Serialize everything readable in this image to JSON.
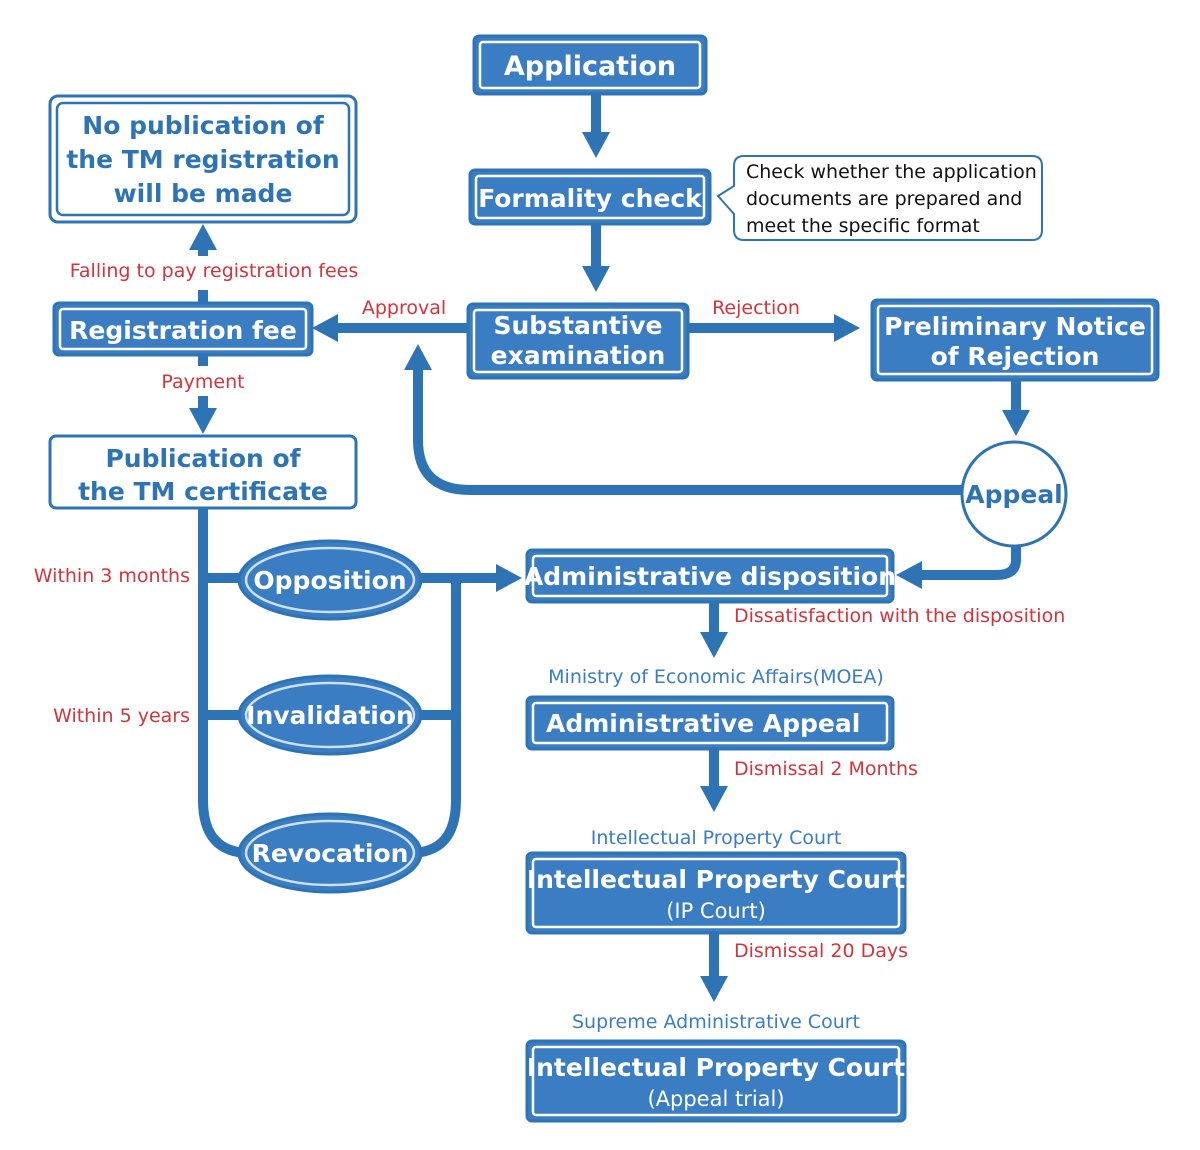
{
  "nodes": {
    "application": "Application",
    "formality_check": "Formality check",
    "formality_note": [
      "Check whether the application",
      "documents are prepared and",
      "meet the specific format"
    ],
    "substantive_examination": [
      "Substantive",
      "examination"
    ],
    "preliminary_notice": [
      "Preliminary Notice",
      "of Rejection"
    ],
    "appeal": "Appeal",
    "registration_fee": "Registration fee",
    "no_publication": [
      "No publication of",
      "the TM registration",
      "will be made"
    ],
    "publication_certificate": [
      "Publication of",
      "the TM certificate"
    ],
    "opposition": "Opposition",
    "invalidation": "Invalidation",
    "revocation": "Revocation",
    "administrative_disposition": "Administrative disposition",
    "administrative_appeal": "Administrative Appeal",
    "ip_court": "Intellectual Property Court",
    "ip_court_sub": "(IP Court)",
    "ip_court_appeal": "Intellectual Property Court",
    "ip_court_appeal_sub": "(Appeal trial)"
  },
  "labels": {
    "approval": "Approval",
    "rejection": "Rejection",
    "failing_fees": "Falling to pay registration fees",
    "payment": "Payment",
    "within_3_months": "Within 3 months",
    "within_5_years": "Within 5 years",
    "dissatisfaction": "Dissatisfaction with the disposition",
    "dismissal_2_months": "Dismissal 2 Months",
    "dismissal_20_days": "Dismissal 20 Days"
  },
  "authorities": {
    "moea": "Ministry of Economic Affairs(MOEA)",
    "ip_court": "Intellectual Property Court",
    "supreme_court": "Supreme Administrative Court"
  },
  "colors": {
    "primary_blue": "#2e74b5",
    "label_red": "#d0343c"
  }
}
